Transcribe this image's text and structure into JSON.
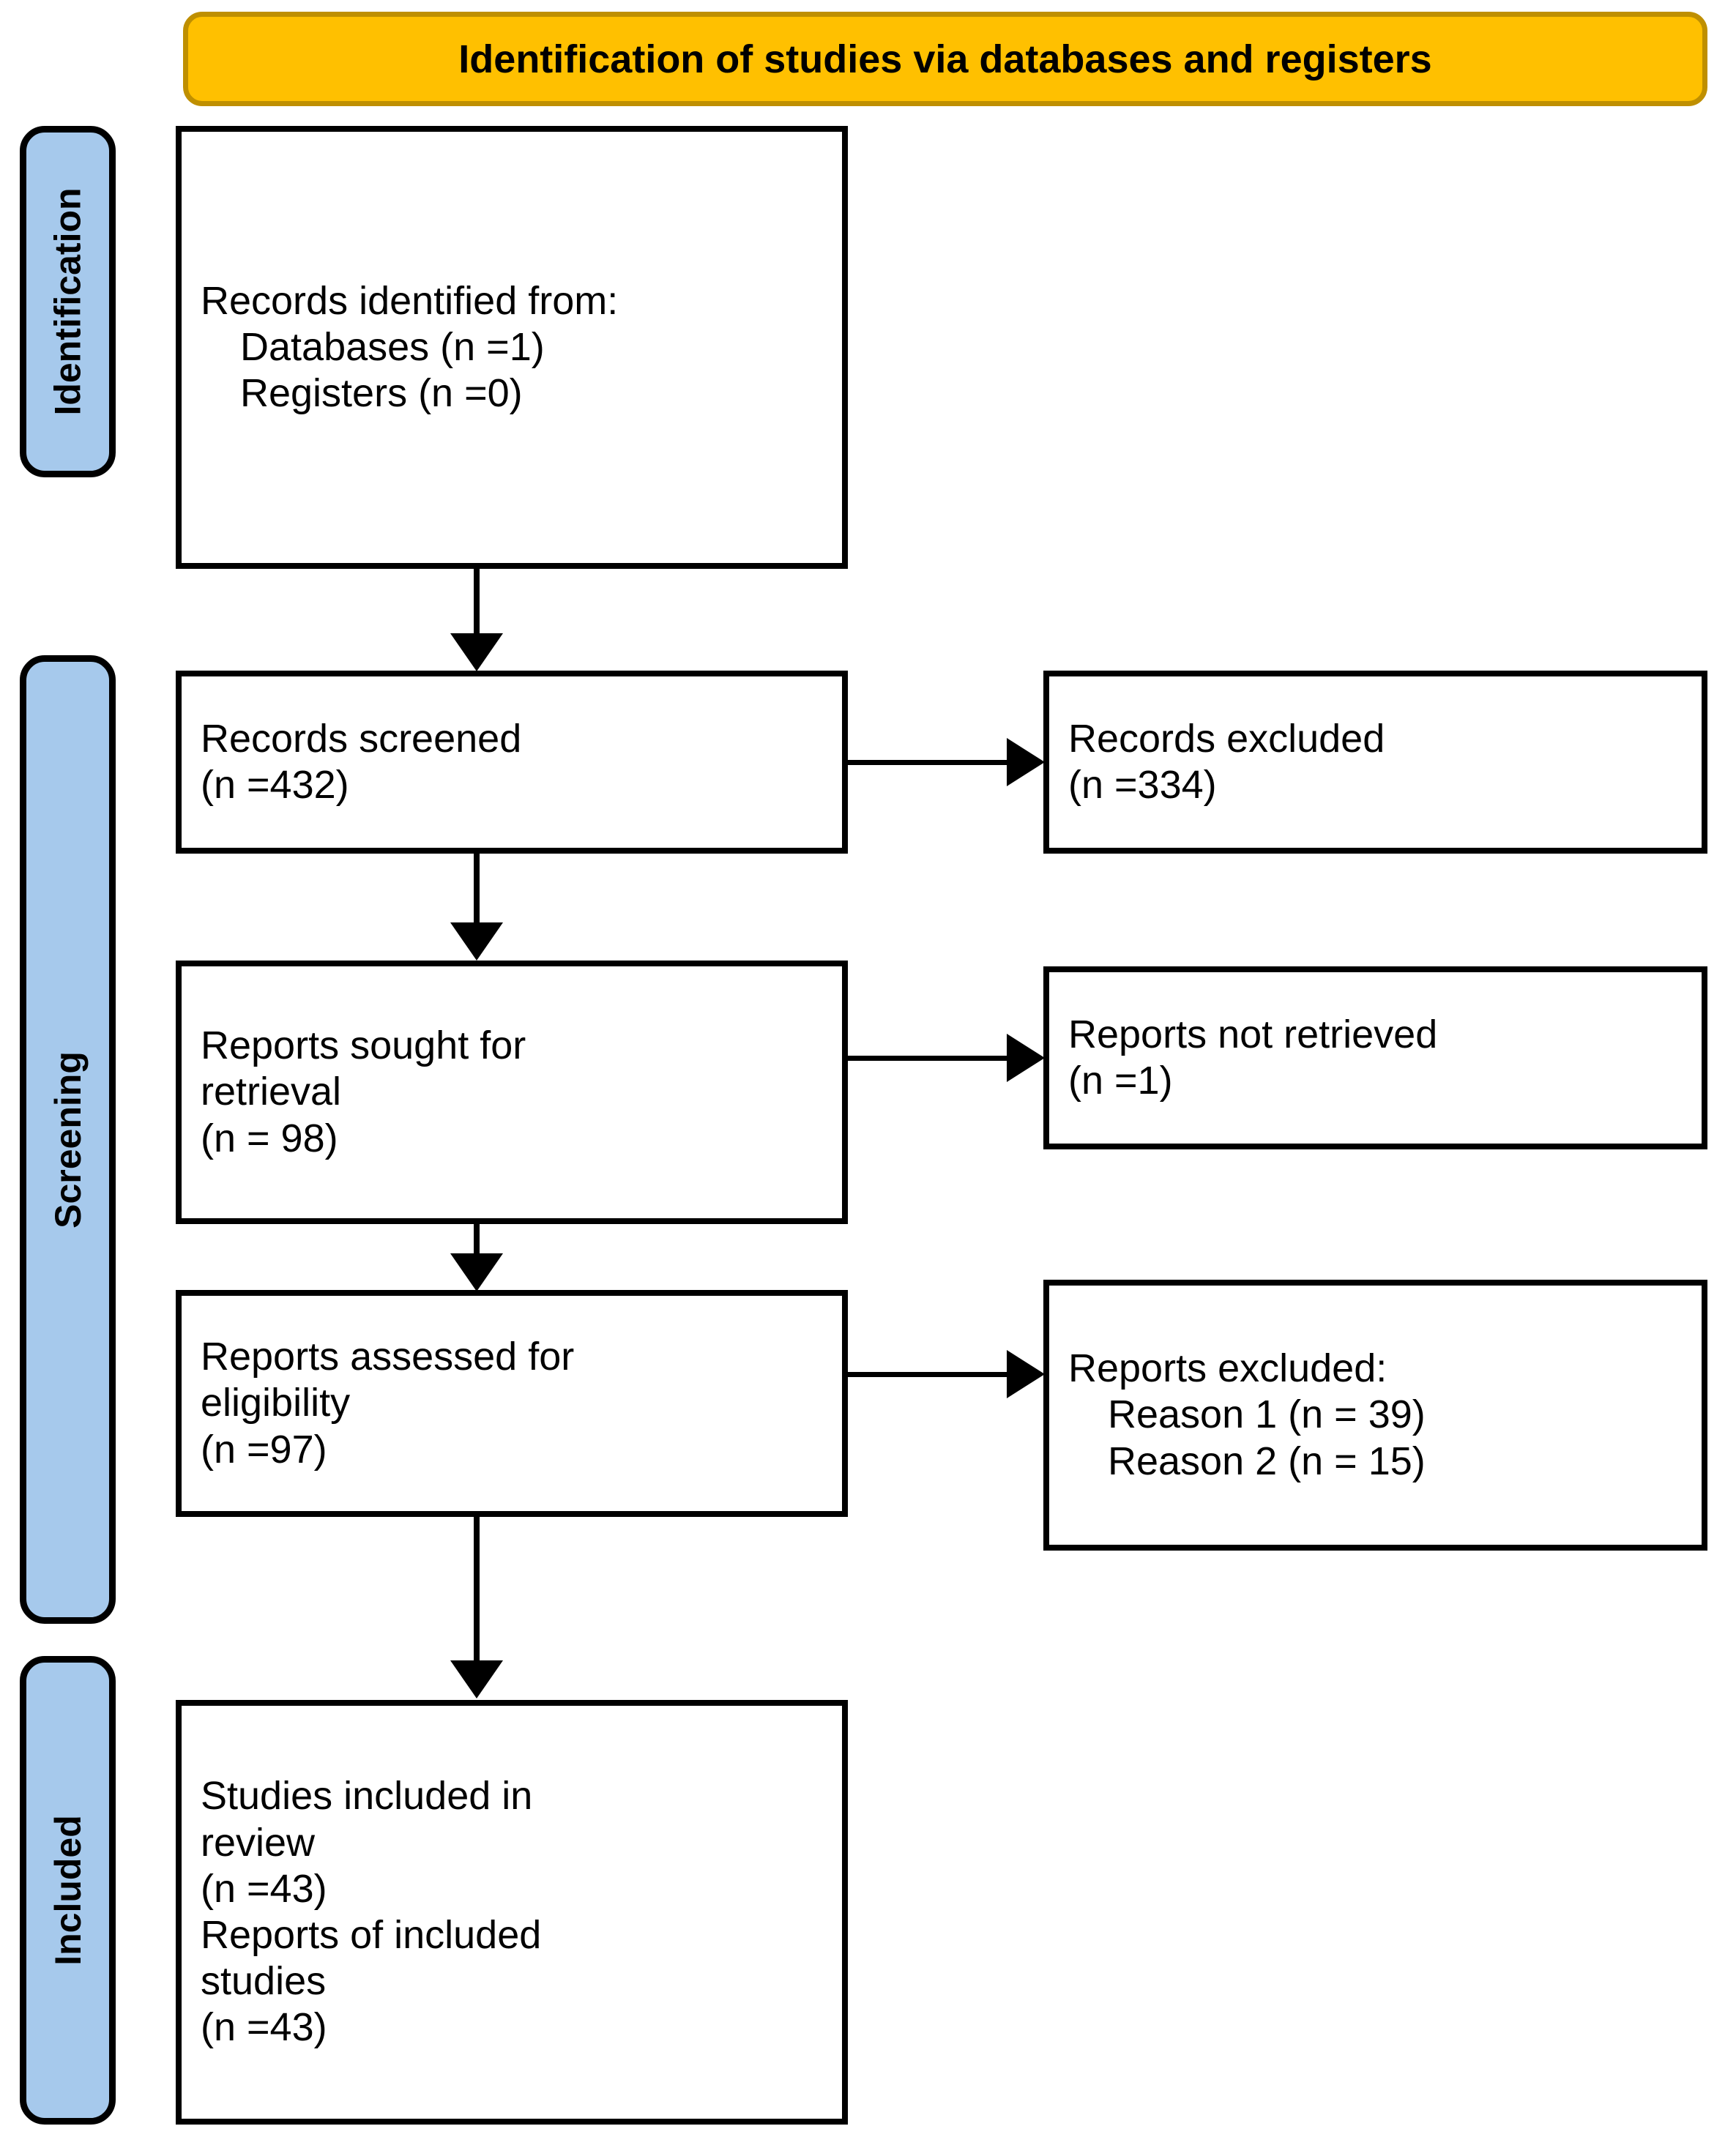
{
  "banner": {
    "title": "Identification of studies via databases and registers",
    "fill_color": "#FFC000",
    "border_color": "#BF8F00"
  },
  "stages": [
    {
      "id": "identification",
      "label": "Identification",
      "fill_color": "#A6C9EC"
    },
    {
      "id": "screening",
      "label": "Screening",
      "fill_color": "#A6C9EC"
    },
    {
      "id": "included",
      "label": "Included",
      "fill_color": "#A6C9EC"
    }
  ],
  "boxes": {
    "identified": {
      "line1": "Records identified from:",
      "line2": "Databases (n =1)",
      "line3": "Registers (n =0)"
    },
    "screened": {
      "line1": "Records screened",
      "line2": "(n =432)"
    },
    "records_excluded": {
      "line1": "Records excluded",
      "line2": "(n =334)"
    },
    "sought": {
      "line1": "Reports sought for",
      "line2": "retrieval",
      "line3": "(n = 98)"
    },
    "not_retrieved": {
      "line1": "Reports not retrieved",
      "line2": "(n =1)"
    },
    "assessed": {
      "line1": "Reports assessed for",
      "line2": "eligibility",
      "line3": "(n =97)"
    },
    "reports_excluded": {
      "line1": "Reports excluded:",
      "line2": "Reason 1 (n = 39)",
      "line3": "Reason 2 (n = 15)"
    },
    "included": {
      "line1": "Studies included in",
      "line2": "review",
      "line3": "(n =43)",
      "line4": "Reports of included",
      "line5": "studies",
      "line6": "(n =43)"
    }
  }
}
